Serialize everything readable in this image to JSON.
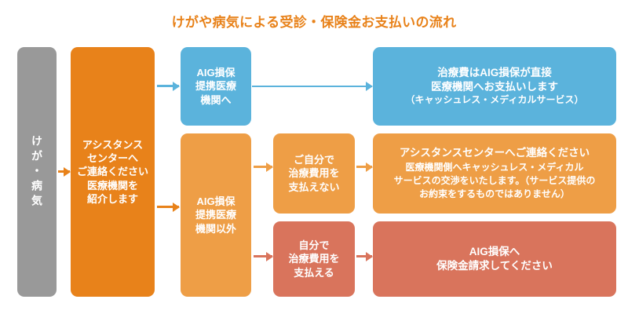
{
  "title": "けがや病気による受診・保険金お支払いの流れ",
  "colors": {
    "title": "#E8821A",
    "gray": "#999999",
    "orange": "#E8821A",
    "blue": "#5BB3DC",
    "light_orange": "#EE9E46",
    "salmon": "#D9745C",
    "background": "#FFFFFF"
  },
  "nodes": {
    "injury": {
      "label": "けが・病気",
      "lines": [
        "けが・病気"
      ],
      "color": "#999999"
    },
    "assistance": {
      "lines": [
        "アシスタンス",
        "センターへ",
        "ご連絡ください",
        "医療機関を",
        "紹介します"
      ],
      "color": "#E8821A"
    },
    "partner": {
      "lines": [
        "AIG損保",
        "提携医療",
        "機関へ"
      ],
      "color": "#5BB3DC"
    },
    "non_partner": {
      "lines": [
        "AIG損保",
        "提携医療",
        "機関以外"
      ],
      "color": "#EE9E46"
    },
    "cannot_pay": {
      "lines": [
        "ご自分で",
        "治療費用を",
        "支払えない"
      ],
      "color": "#EE9E46"
    },
    "can_pay": {
      "lines": [
        "自分で",
        "治療費用を",
        "支払える"
      ],
      "color": "#D9745C"
    },
    "cashless": {
      "lines": [
        "治療費はAIG損保が直接",
        "医療機関へお支払いします"
      ],
      "sub": "（キャッシュレス・メディカルサービス）",
      "color": "#5BB3DC"
    },
    "negotiate": {
      "heading": "アシスタンスセンターへご連絡ください",
      "sub_lines": [
        "医療機関側へキャッシュレス・メディカル",
        "サービスの交渉をいたします。（サービス提供の",
        "お約束をするものではありません）"
      ],
      "color": "#EE9E46"
    },
    "claim": {
      "lines": [
        "AIG損保へ",
        "保険金請求してください"
      ],
      "color": "#D9745C"
    }
  },
  "connectors": [
    {
      "name": "injury-to-assistance",
      "color": "#E8821A"
    },
    {
      "name": "assistance-to-partner",
      "color": "#5BB3DC"
    },
    {
      "name": "assistance-to-nonpartner",
      "color": "#E8821A"
    },
    {
      "name": "partner-to-cashless",
      "color": "#5BB3DC"
    },
    {
      "name": "nonpartner-to-cannotpay",
      "color": "#EE9E46"
    },
    {
      "name": "nonpartner-to-canpay",
      "color": "#D9745C"
    },
    {
      "name": "cannotpay-to-negotiate",
      "color": "#EE9E46"
    },
    {
      "name": "canpay-to-claim",
      "color": "#D9745C"
    }
  ]
}
